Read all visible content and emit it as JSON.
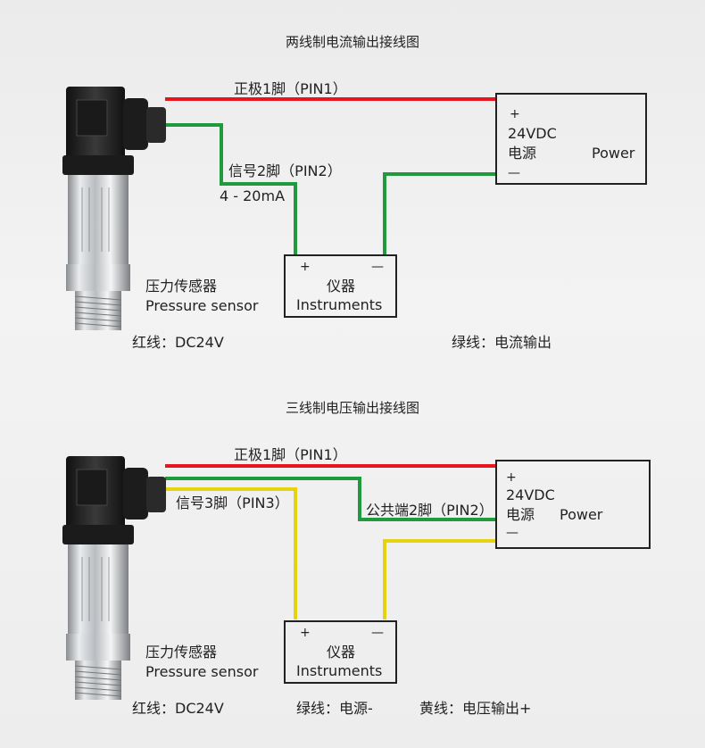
{
  "two_wire": {
    "title": "两线制电流输出接线图",
    "wire_red_label": "正极1脚（PIN1）",
    "wire_green_label": "信号2脚（PIN2）",
    "current_label": "4 - 20mA",
    "power": {
      "plus": "+",
      "voltage": "24VDC",
      "cn": "电源",
      "en": "Power",
      "minus": "—"
    },
    "instrument": {
      "plus": "+",
      "minus": "—",
      "cn": "仪器",
      "en": "Instruments"
    },
    "sensor_cn": "压力传感器",
    "sensor_en": "Pressure sensor",
    "legend_red": "红线：DC24V",
    "legend_green": "绿线：电流输出",
    "colors": {
      "red": "#e8141e",
      "green": "#1f9a3c"
    }
  },
  "three_wire": {
    "title": "三线制电压输出接线图",
    "wire_red_label": "正极1脚（PIN1）",
    "wire_yellow_label": "信号3脚（PIN3）",
    "wire_green_label": "公共端2脚（PIN2）",
    "power": {
      "plus": "+",
      "voltage": "24VDC",
      "cn": "电源",
      "en": "Power",
      "minus": "—"
    },
    "instrument": {
      "plus": "+",
      "minus": "—",
      "cn": "仪器",
      "en": "Instruments"
    },
    "sensor_cn": "压力传感器",
    "sensor_en": "Pressure sensor",
    "legend_red": "红线：DC24V",
    "legend_green": "绿线：电源-",
    "legend_yellow": "黄线：电压输出+",
    "colors": {
      "red": "#e8141e",
      "green": "#1f9a3c",
      "yellow": "#e6d20e"
    }
  }
}
